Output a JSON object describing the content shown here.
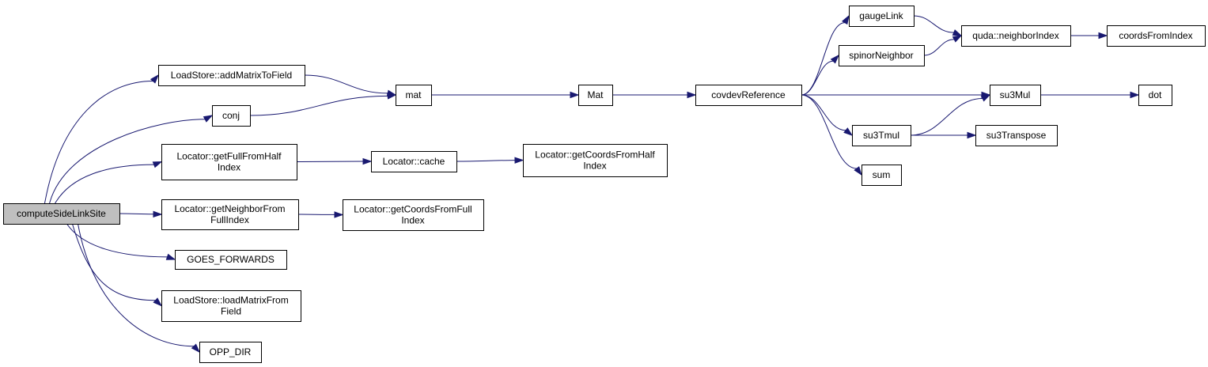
{
  "nodes": [
    {
      "id": "computeSideLinkSite",
      "label": [
        "computeSideLinkSite"
      ],
      "root": true
    },
    {
      "id": "addMatrixToField",
      "label": [
        "LoadStore::addMatrixToField"
      ]
    },
    {
      "id": "conj",
      "label": [
        "conj"
      ]
    },
    {
      "id": "getFullFromHalfIndex",
      "label": [
        "Locator::getFullFromHalf",
        "Index"
      ]
    },
    {
      "id": "getNeighborFromFullIndex",
      "label": [
        "Locator::getNeighborFrom",
        "FullIndex"
      ]
    },
    {
      "id": "GOES_FORWARDS",
      "label": [
        "GOES_FORWARDS"
      ]
    },
    {
      "id": "loadMatrixFromField",
      "label": [
        "LoadStore::loadMatrixFrom",
        "Field"
      ]
    },
    {
      "id": "OPP_DIR",
      "label": [
        "OPP_DIR"
      ]
    },
    {
      "id": "mat",
      "label": [
        "mat"
      ]
    },
    {
      "id": "cache",
      "label": [
        "Locator::cache"
      ]
    },
    {
      "id": "getCoordsFromHalfIndex",
      "label": [
        "Locator::getCoordsFromHalf",
        "Index"
      ]
    },
    {
      "id": "getCoordsFromFullIndex",
      "label": [
        "Locator::getCoordsFromFull",
        "Index"
      ]
    },
    {
      "id": "Mat",
      "label": [
        "Mat"
      ]
    },
    {
      "id": "covdevReference",
      "label": [
        "covdevReference"
      ]
    },
    {
      "id": "gaugeLink",
      "label": [
        "gaugeLink"
      ]
    },
    {
      "id": "spinorNeighbor",
      "label": [
        "spinorNeighbor"
      ]
    },
    {
      "id": "su3Tmul",
      "label": [
        "su3Tmul"
      ]
    },
    {
      "id": "sum",
      "label": [
        "sum"
      ]
    },
    {
      "id": "neighborIndex",
      "label": [
        "quda::neighborIndex"
      ]
    },
    {
      "id": "su3Mul",
      "label": [
        "su3Mul"
      ]
    },
    {
      "id": "su3Transpose",
      "label": [
        "su3Transpose"
      ]
    },
    {
      "id": "coordsFromIndex",
      "label": [
        "coordsFromIndex"
      ]
    },
    {
      "id": "dot",
      "label": [
        "dot"
      ]
    }
  ],
  "edges": [
    [
      "computeSideLinkSite",
      "addMatrixToField"
    ],
    [
      "computeSideLinkSite",
      "conj"
    ],
    [
      "computeSideLinkSite",
      "getFullFromHalfIndex"
    ],
    [
      "computeSideLinkSite",
      "getNeighborFromFullIndex"
    ],
    [
      "computeSideLinkSite",
      "GOES_FORWARDS"
    ],
    [
      "computeSideLinkSite",
      "loadMatrixFromField"
    ],
    [
      "computeSideLinkSite",
      "OPP_DIR"
    ],
    [
      "addMatrixToField",
      "mat"
    ],
    [
      "conj",
      "mat"
    ],
    [
      "getFullFromHalfIndex",
      "cache"
    ],
    [
      "cache",
      "getCoordsFromHalfIndex"
    ],
    [
      "getNeighborFromFullIndex",
      "getCoordsFromFullIndex"
    ],
    [
      "mat",
      "Mat"
    ],
    [
      "Mat",
      "covdevReference"
    ],
    [
      "covdevReference",
      "gaugeLink"
    ],
    [
      "covdevReference",
      "spinorNeighbor"
    ],
    [
      "covdevReference",
      "su3Mul"
    ],
    [
      "covdevReference",
      "su3Tmul"
    ],
    [
      "covdevReference",
      "sum"
    ],
    [
      "gaugeLink",
      "neighborIndex"
    ],
    [
      "spinorNeighbor",
      "neighborIndex"
    ],
    [
      "neighborIndex",
      "coordsFromIndex"
    ],
    [
      "su3Tmul",
      "su3Mul"
    ],
    [
      "su3Tmul",
      "su3Transpose"
    ],
    [
      "su3Mul",
      "dot"
    ]
  ]
}
